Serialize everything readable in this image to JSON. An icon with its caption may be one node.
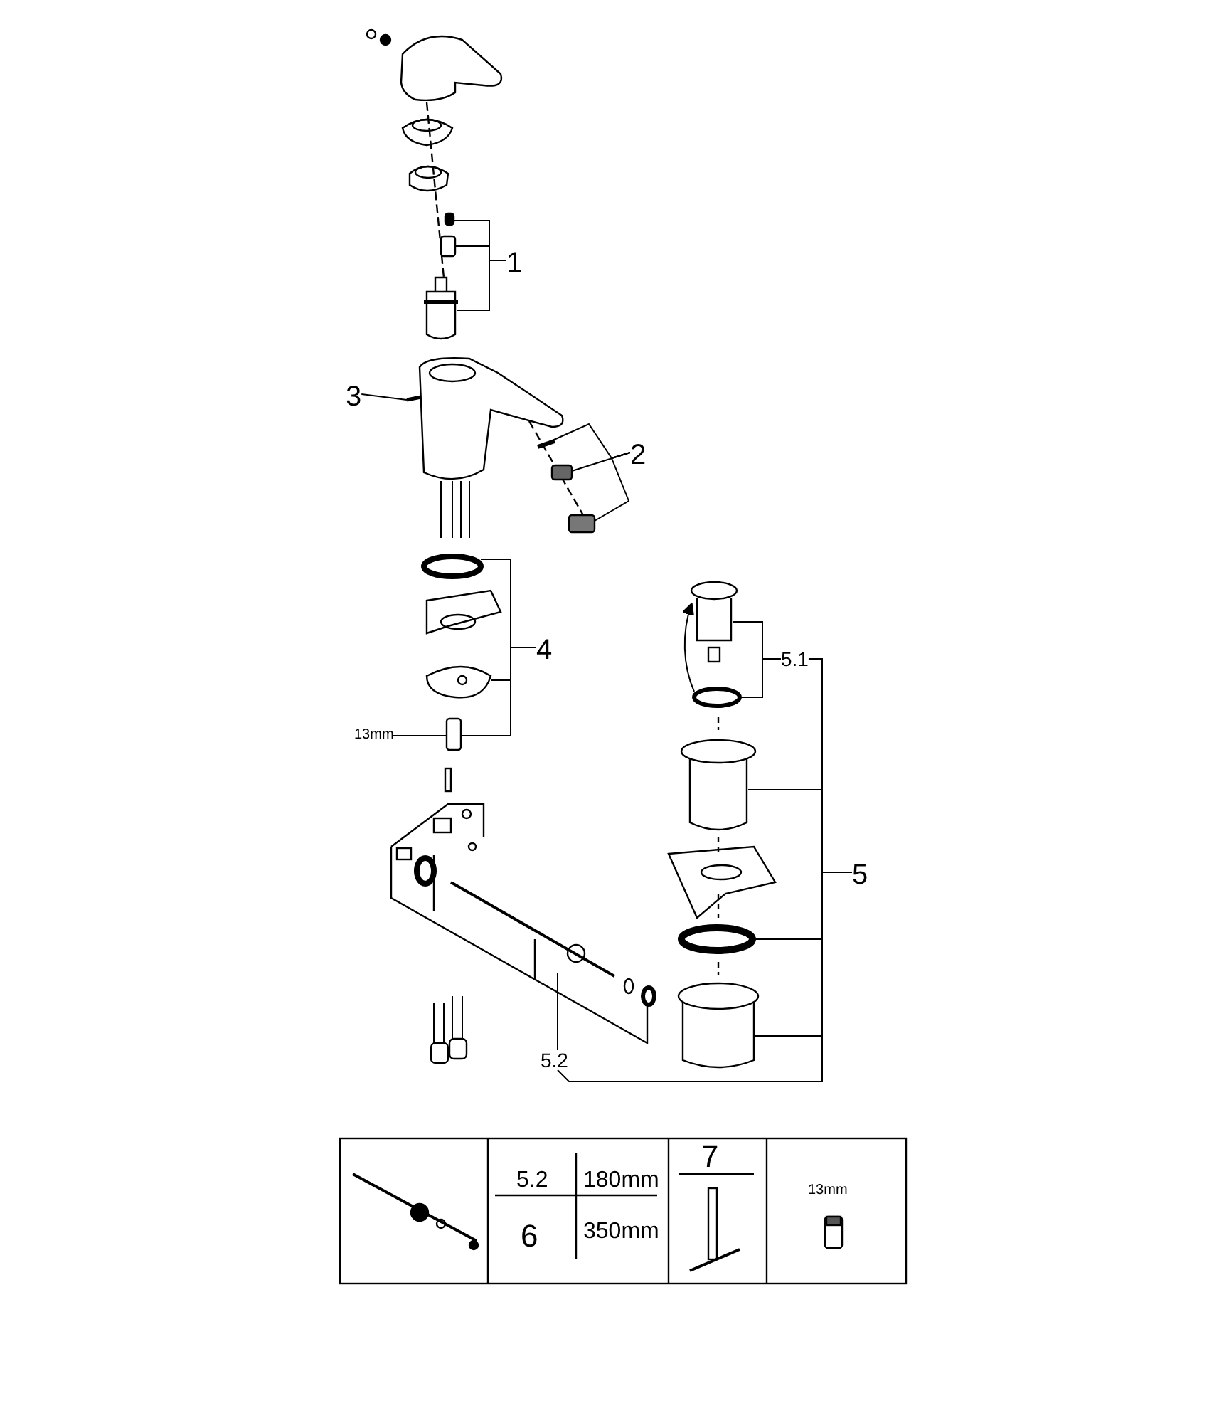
{
  "diagram": {
    "nodes": [
      {
        "text": [
          "1"
        ]
      },
      {
        "text": [
          "3"
        ]
      },
      {
        "text": [
          "2"
        ]
      },
      {
        "text": [
          "4"
        ]
      },
      {
        "text": [
          "5.1"
        ]
      },
      {
        "text": [
          "13mm"
        ]
      },
      {
        "text": [
          "5"
        ]
      },
      {
        "text": [
          "5.2"
        ]
      },
      {
        "text": [],
        "shape": "box"
      },
      {
        "text": [],
        "shape": "box"
      },
      {
        "text": [],
        "shape": "picture"
      },
      {
        "text": [],
        "shape": "picture"
      },
      {
        "text": [],
        "shape": "picture"
      },
      {
        "text": [],
        "shape": "box"
      },
      {
        "text": [],
        "shape": "box"
      },
      {
        "text": [],
        "shape": "circle"
      },
      {
        "text": [],
        "shape": "picture"
      },
      {
        "text": [],
        "shape": "box"
      },
      {
        "text": [],
        "shape": "picture"
      },
      {
        "text": [],
        "shape": "circle"
      },
      {
        "text": [],
        "shape": "picture"
      },
      {
        "text": [],
        "shape": "circle"
      },
      {
        "text": [],
        "shape": "picture"
      },
      {
        "text": [],
        "shape": "picture"
      }
    ],
    "edges": [
      {
        "from": 0,
        "to": 8,
        "arrow": "none"
      },
      {
        "from": 0,
        "to": 9,
        "arrow": "none"
      },
      {
        "from": 0,
        "to": 10,
        "arrow": "none"
      },
      {
        "from": 1,
        "to": 11,
        "arrow": "none"
      },
      {
        "from": 2,
        "to": 12,
        "arrow": "none"
      },
      {
        "from": 2,
        "to": 13,
        "arrow": "none"
      },
      {
        "from": 2,
        "to": 14,
        "arrow": "none"
      },
      {
        "from": 3,
        "to": 15,
        "arrow": "none"
      },
      {
        "from": 3,
        "to": 16,
        "arrow": "none"
      },
      {
        "from": 3,
        "to": 17,
        "arrow": "none"
      },
      {
        "from": 4,
        "to": 18,
        "arrow": "none"
      },
      {
        "from": 4,
        "to": 19,
        "arrow": "none"
      },
      {
        "from": 5,
        "to": 17,
        "arrow": "none"
      },
      {
        "from": 6,
        "to": 4,
        "arrow": "none"
      },
      {
        "from": 6,
        "to": 20,
        "arrow": "none"
      },
      {
        "from": 6,
        "to": 21,
        "arrow": "none"
      },
      {
        "from": 6,
        "to": 22,
        "arrow": "none"
      },
      {
        "from": 6,
        "to": 7,
        "arrow": "none"
      },
      {
        "from": 7,
        "to": 23,
        "arrow": "none"
      },
      {
        "from": 19,
        "to": 18,
        "arrow": "to"
      }
    ],
    "labels": [
      "5.2",
      "180mm",
      "6",
      "350mm",
      "7",
      "13mm"
    ]
  }
}
